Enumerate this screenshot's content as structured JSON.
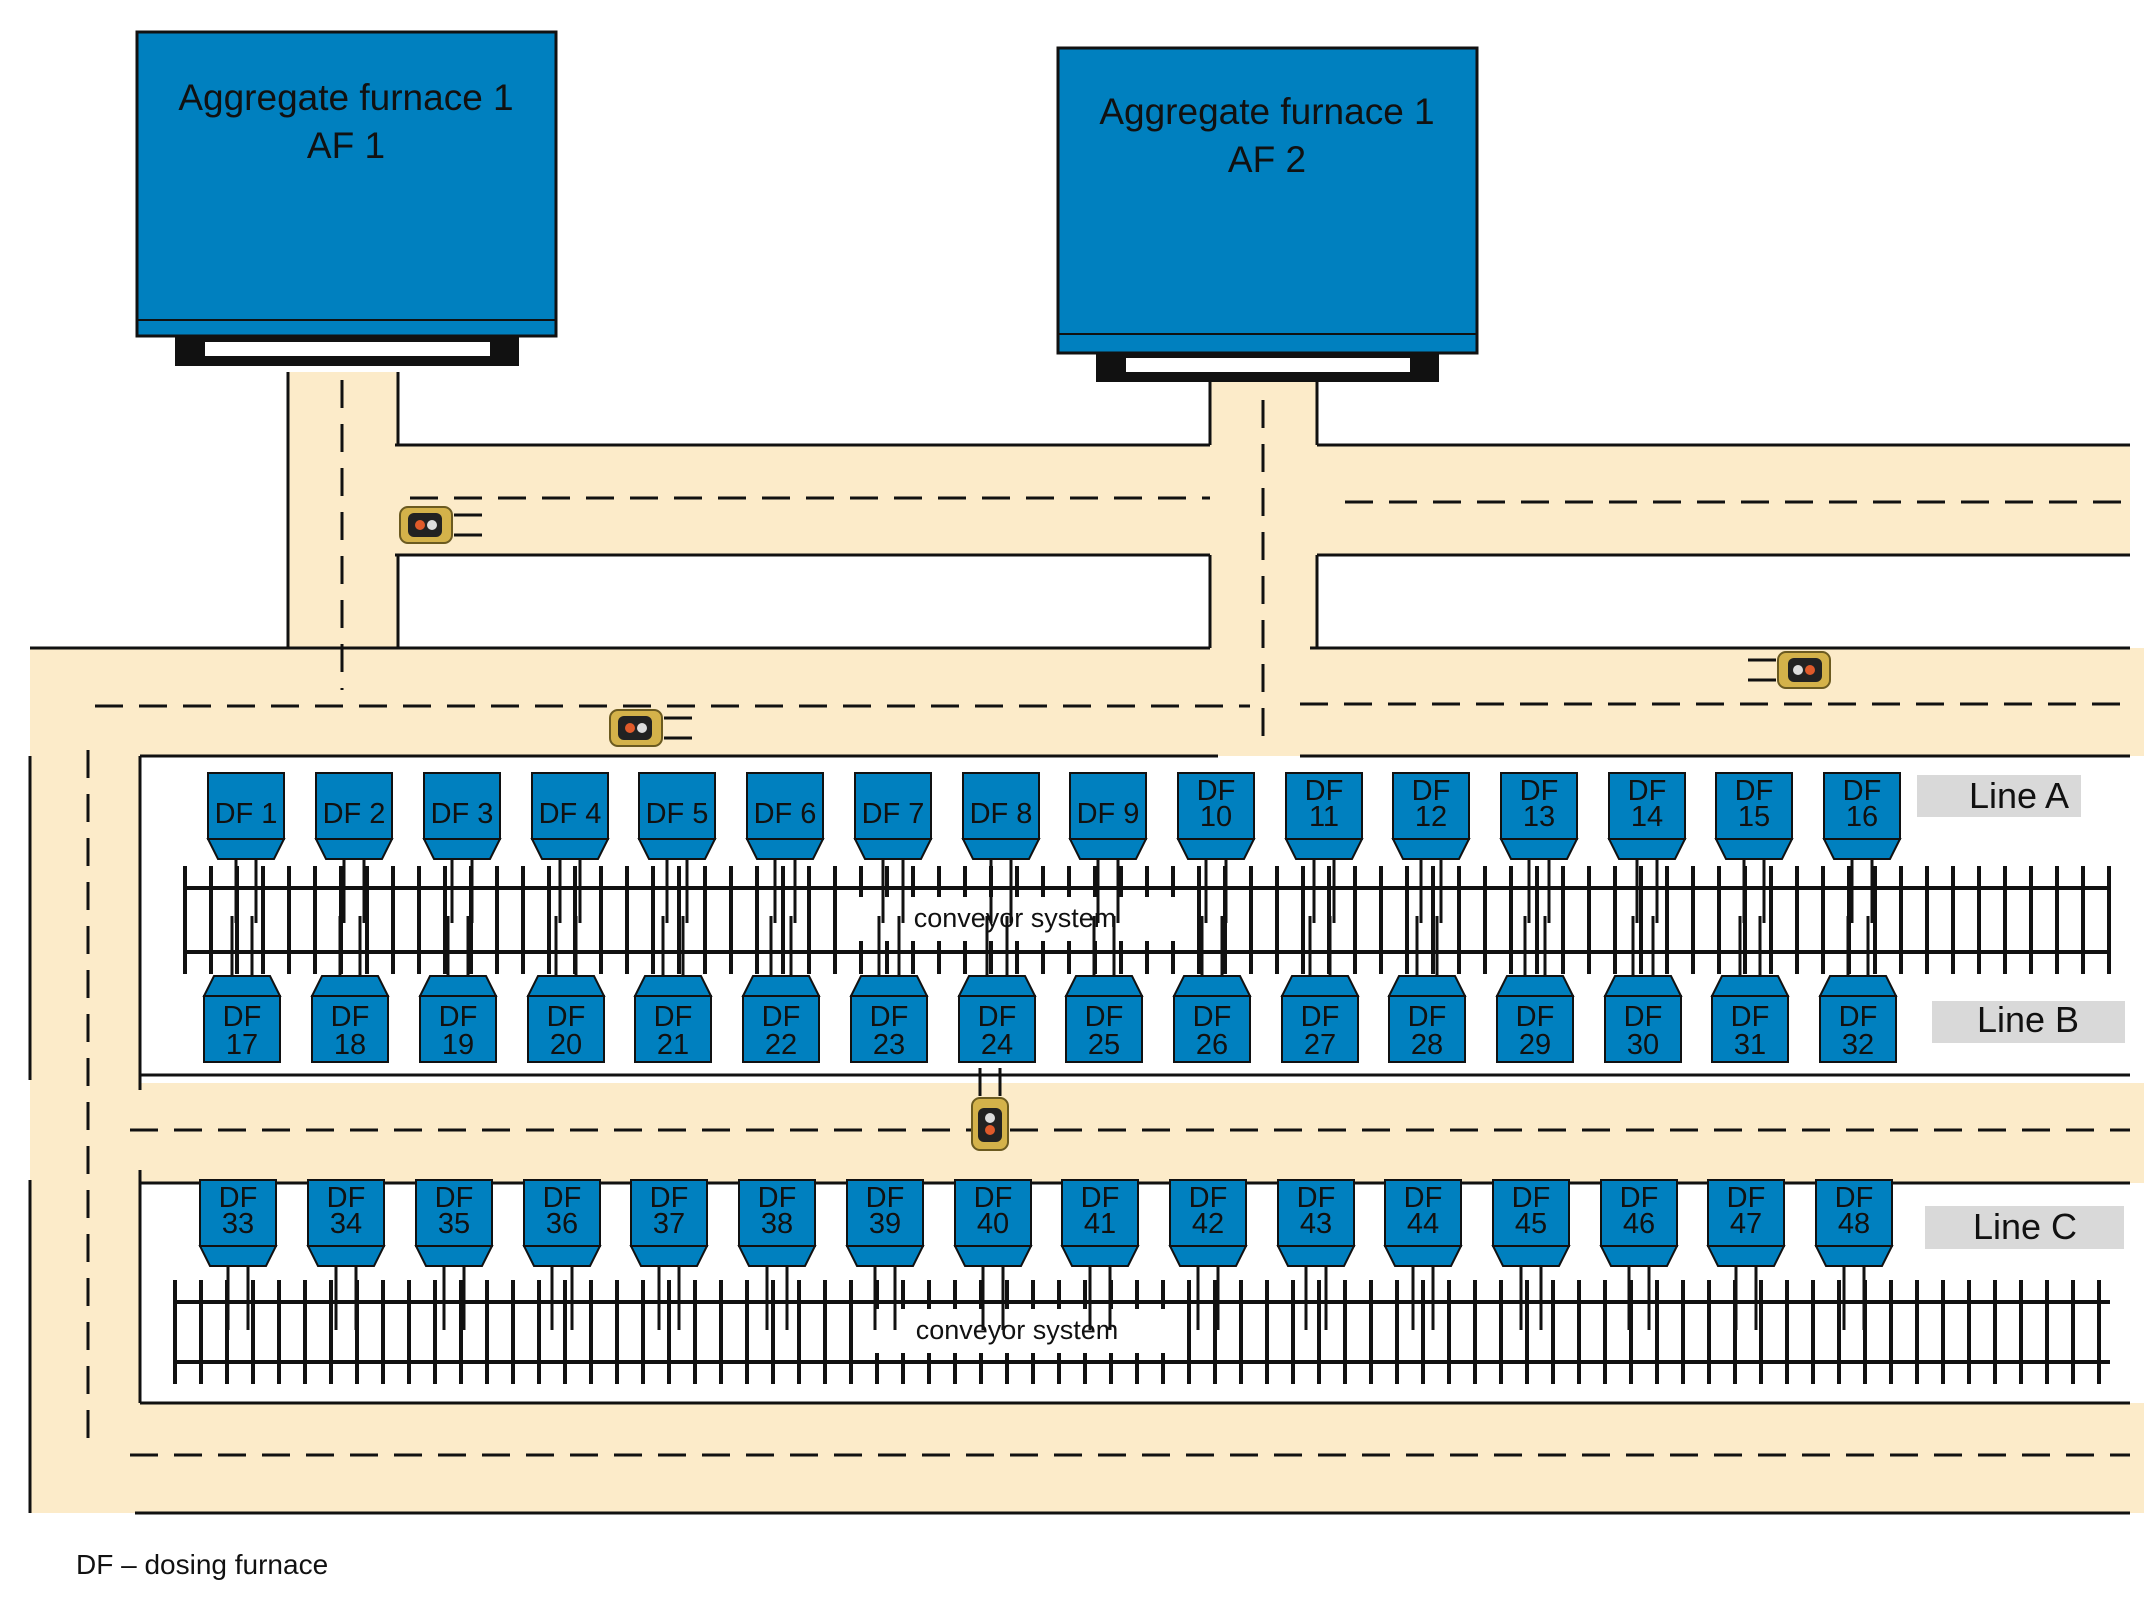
{
  "furnaces": [
    {
      "name": "Aggregate furnace 1",
      "code": "AF 1"
    },
    {
      "name": "Aggregate furnace 1",
      "code": "AF 2"
    }
  ],
  "lines": [
    {
      "label": "Line A",
      "dosing_furnaces": [
        "DF 1",
        "DF 2",
        "DF 3",
        "DF 4",
        "DF 5",
        "DF 6",
        "DF 7",
        "DF 8",
        "DF 9",
        "DF 10",
        "DF 11",
        "DF 12",
        "DF 13",
        "DF 14",
        "DF 15",
        "DF 16"
      ]
    },
    {
      "label": "Line B",
      "dosing_furnaces": [
        "DF 17",
        "DF 18",
        "DF 19",
        "DF 20",
        "DF 21",
        "DF 22",
        "DF 23",
        "DF 24",
        "DF 25",
        "DF 26",
        "DF 27",
        "DF 28",
        "DF 29",
        "DF 30",
        "DF 31",
        "DF 32"
      ]
    },
    {
      "label": "Line C",
      "dosing_furnaces": [
        "DF 33",
        "DF 34",
        "DF 35",
        "DF 36",
        "DF 37",
        "DF 38",
        "DF 39",
        "DF 40",
        "DF 41",
        "DF 42",
        "DF 43",
        "DF 44",
        "DF 45",
        "DF 46",
        "DF 47",
        "DF 48"
      ]
    }
  ],
  "conveyors": [
    "conveyor system",
    "conveyor system"
  ],
  "legend": "DF – dosing furnace",
  "colors": {
    "furnace": "#0080BF",
    "road": "#FCEBC9",
    "label_box": "#D9D9D9",
    "outline": "#111111"
  },
  "icons": [
    "forklift-icon"
  ]
}
